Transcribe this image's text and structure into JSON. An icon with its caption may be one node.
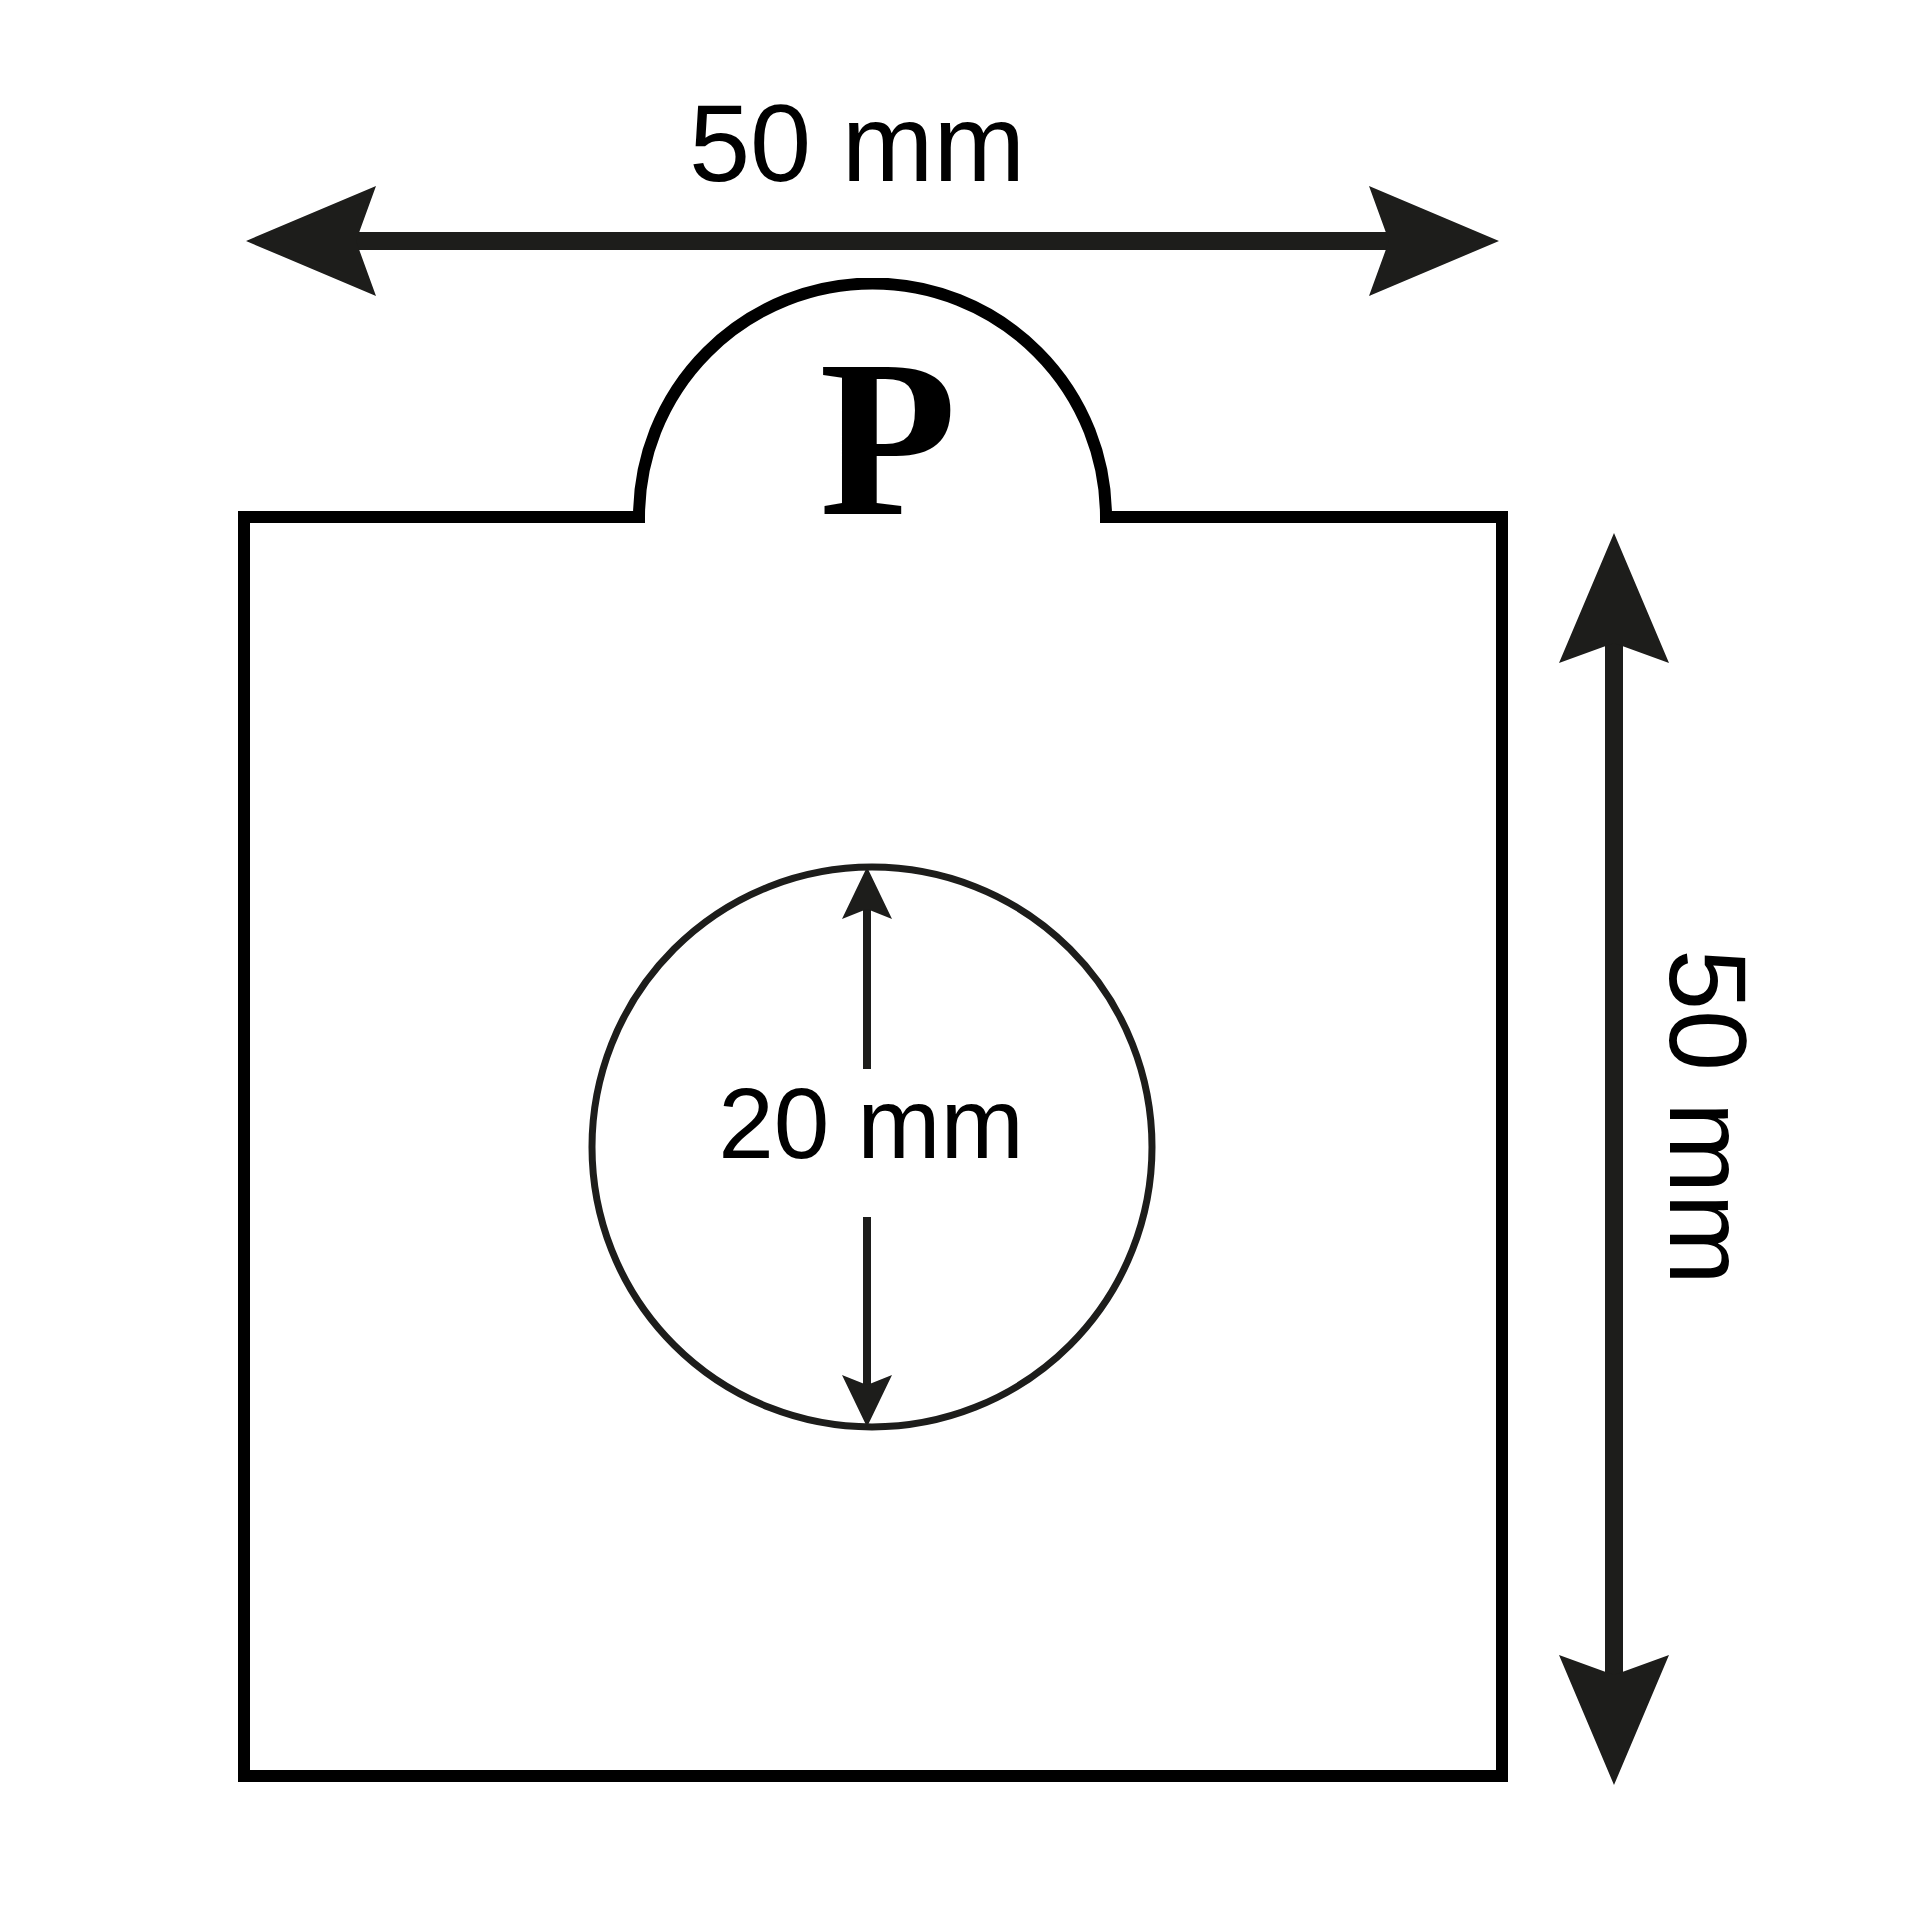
{
  "diagram": {
    "nodes": [
      {
        "text": [
          "P"
        ]
      },
      {
        "text": [],
        "shape": "circle",
        "in": 0
      }
    ],
    "labels": [
      "50 mm",
      "20 mm",
      "50 mm"
    ]
  }
}
